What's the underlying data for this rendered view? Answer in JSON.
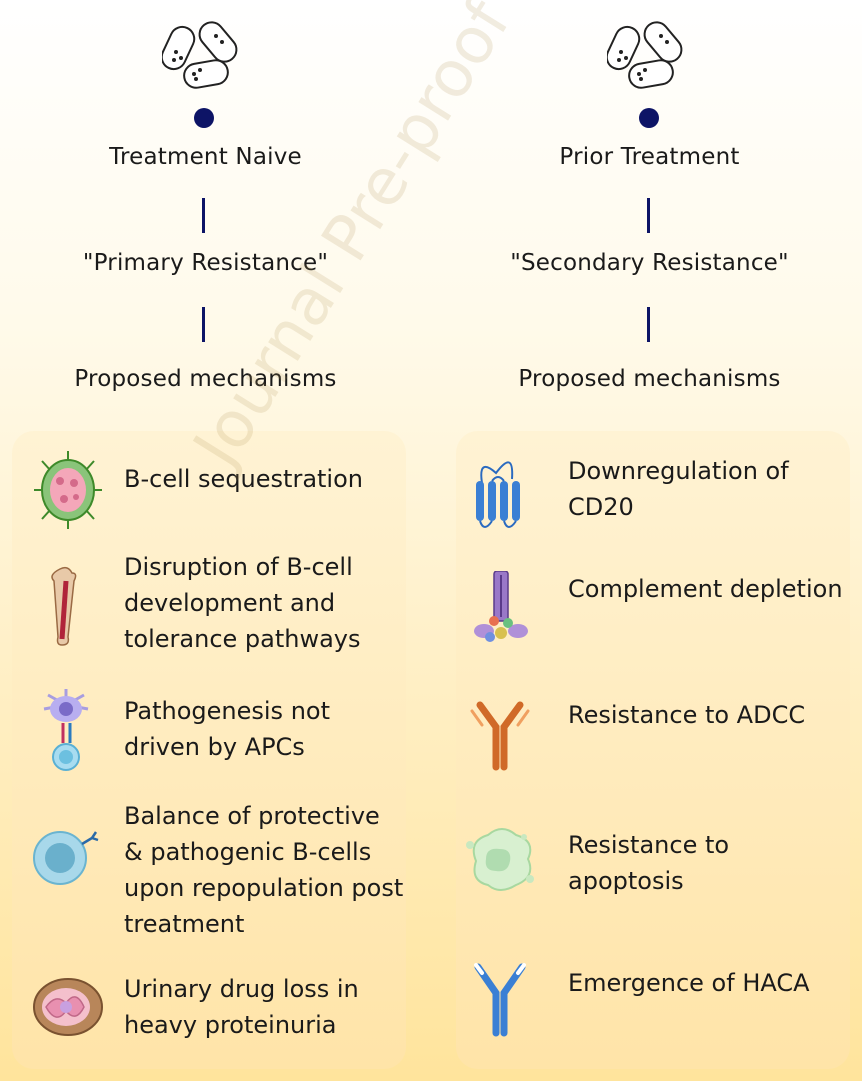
{
  "left": {
    "title": "Treatment Naive",
    "subtitle": "\"Primary Resistance\"",
    "mechanisms_heading": "Proposed mechanisms",
    "items": [
      {
        "icon": "lymph-node-icon",
        "text": "B-cell sequestration"
      },
      {
        "icon": "bone-marrow-icon",
        "text": "Disruption of B-cell development and tolerance pathways"
      },
      {
        "icon": "apc-cell-icon",
        "text": "Pathogenesis not driven by APCs"
      },
      {
        "icon": "b-cell-icon",
        "text": "Balance of protective & pathogenic B-cells upon repopulation post treatment"
      },
      {
        "icon": "kidney-icon",
        "text": "Urinary drug loss in heavy proteinuria"
      }
    ]
  },
  "right": {
    "title": "Prior Treatment",
    "subtitle": "\"Secondary Resistance\"",
    "mechanisms_heading": "Proposed mechanisms",
    "items": [
      {
        "icon": "cd20-receptor-icon",
        "text": "Downregulation of CD20"
      },
      {
        "icon": "complement-complex-icon",
        "text": "Complement depletion"
      },
      {
        "icon": "antibody-orange-icon",
        "text": "Resistance to ADCC"
      },
      {
        "icon": "apoptotic-cell-icon",
        "text": "Resistance to apoptosis"
      },
      {
        "icon": "antibody-blue-icon",
        "text": "Emergence of HACA"
      }
    ]
  },
  "watermark": "Journal Pre-proof",
  "colors": {
    "accent": "#0d1466",
    "panel": "#ffe4a8"
  }
}
